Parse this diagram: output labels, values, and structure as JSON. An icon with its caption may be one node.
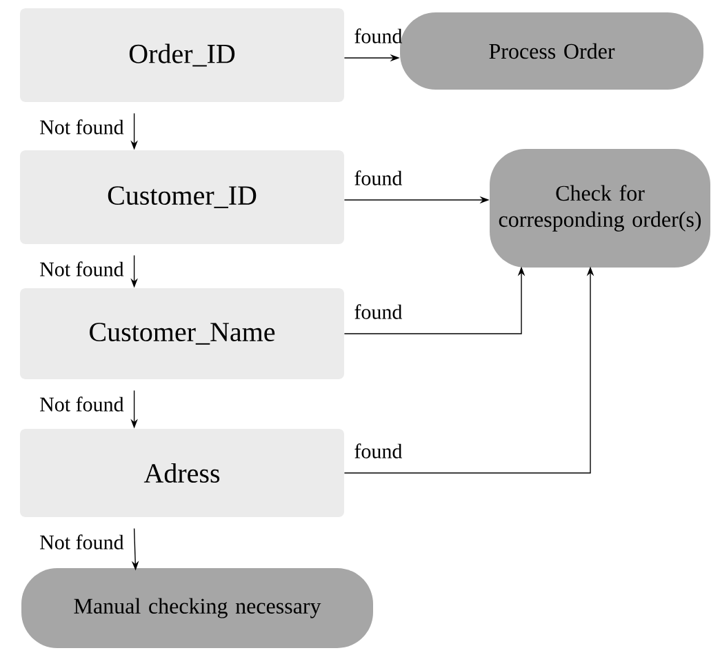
{
  "diagram": {
    "nodes": [
      {
        "text": [
          "Order_ID"
        ]
      },
      {
        "text": [
          "Process Order"
        ]
      },
      {
        "text": [
          "Customer_ID"
        ]
      },
      {
        "text": [
          "Check for corresponding order(s)"
        ]
      },
      {
        "text": [
          "Customer_Name"
        ]
      },
      {
        "text": [
          "Adress"
        ]
      },
      {
        "text": [
          "Manual checking necessary"
        ]
      }
    ],
    "edges": [
      {
        "from": 0,
        "to": 1,
        "arrow": "to",
        "label": "found"
      },
      {
        "from": 0,
        "to": 2,
        "arrow": "to",
        "label": "Not found"
      },
      {
        "from": 2,
        "to": 3,
        "arrow": "to",
        "label": "found"
      },
      {
        "from": 2,
        "to": 4,
        "arrow": "to",
        "label": "Not found"
      },
      {
        "from": 4,
        "to": 3,
        "arrow": "to",
        "label": "found"
      },
      {
        "from": 4,
        "to": 5,
        "arrow": "to",
        "label": "Not found"
      },
      {
        "from": 5,
        "to": 3,
        "arrow": "to",
        "label": "found"
      },
      {
        "from": 5,
        "to": 6,
        "arrow": "to",
        "label": "Not found"
      }
    ]
  }
}
